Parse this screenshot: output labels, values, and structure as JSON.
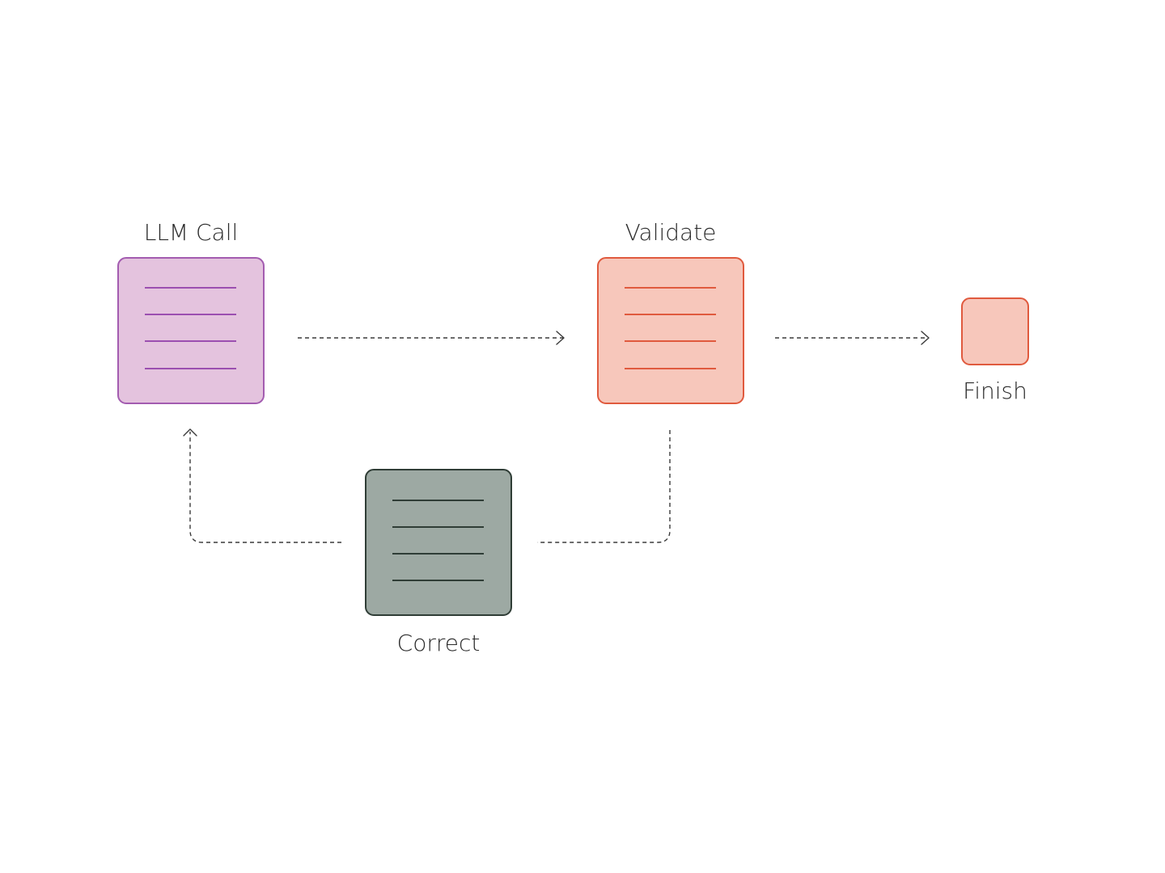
{
  "nodes": {
    "llm_call": {
      "label": "LLM Call",
      "fill": "#e4c3de",
      "stroke": "#a35cb0",
      "line_color": "#9b4fb0",
      "icon": "document-icon"
    },
    "validate": {
      "label": "Validate",
      "fill": "#f7c7bb",
      "stroke": "#e05a3e",
      "line_color": "#e05a3e",
      "icon": "document-icon"
    },
    "finish": {
      "label": "Finish",
      "fill": "#f7c7bb",
      "stroke": "#e05a3e",
      "icon": "square-icon"
    },
    "correct": {
      "label": "Correct",
      "fill": "#9da9a3",
      "stroke": "#2f3d36",
      "line_color": "#2f3d36",
      "icon": "document-icon"
    }
  },
  "edges": [
    {
      "from": "llm_call",
      "to": "validate",
      "style": "dashed"
    },
    {
      "from": "validate",
      "to": "finish",
      "style": "dashed"
    },
    {
      "from": "validate",
      "to": "correct",
      "style": "dashed"
    },
    {
      "from": "correct",
      "to": "llm_call",
      "style": "dashed"
    }
  ],
  "colors": {
    "edge": "#3a3a3a",
    "text": "#2b2b2b",
    "background": "#ffffff"
  }
}
